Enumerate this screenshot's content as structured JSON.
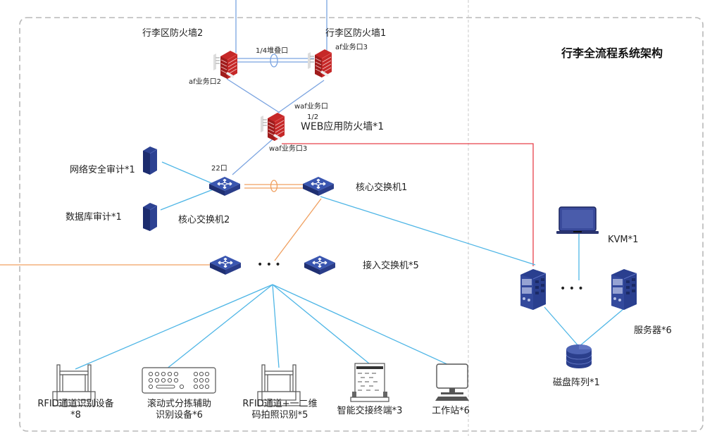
{
  "title": "行李全流程系统架构",
  "colors": {
    "blue_link": "#4fb6e6",
    "fw_link": "#7aa3e0",
    "orange_link": "#f0a060",
    "red_link": "#e8404a",
    "device_blue": "#2b3e8c",
    "firewall_red": "#c62828",
    "border_gray": "#b8b8b8"
  },
  "firewalls": {
    "fw2": {
      "label": "行李区防火墙2",
      "port": "af业务口2"
    },
    "fw1": {
      "label": "行李区防火墙1",
      "port": "af业务口3"
    },
    "stack_port": "1/4堆叠口",
    "waf": {
      "label": "WEB应用防火墙*1",
      "port_top": "waf业务口",
      "port_num": "1/2",
      "port_bottom": "waf业务口3"
    }
  },
  "core": {
    "port22": "22口",
    "switch1": "核心交换机1",
    "switch2": "核心交换机2",
    "net_audit": "网络安全审计*1",
    "db_audit": "数据库审计*1"
  },
  "access": {
    "label": "接入交换机*5",
    "ellipsis": "• • •"
  },
  "endpoints": [
    {
      "label_line1": "RFID通道识别设备",
      "label_line2": "*8",
      "icon": "rfid-gate-icon"
    },
    {
      "label_line1": "滚动式分拣辅助",
      "label_line2": "识别设备*6",
      "icon": "keypad-panel-icon"
    },
    {
      "label_line1": "RFID通道+一二维",
      "label_line2": "码拍照识别*5",
      "icon": "rfid-gate-icon"
    },
    {
      "label_line1": "智能交接终端*3",
      "label_line2": "",
      "icon": "terminal-icon"
    },
    {
      "label_line1": "工作站*6",
      "label_line2": "",
      "icon": "workstation-icon"
    }
  ],
  "server_zone": {
    "kvm": "KVM*1",
    "servers": "服务器*6",
    "storage": "磁盘阵列*1",
    "ellipsis": "• • •"
  }
}
